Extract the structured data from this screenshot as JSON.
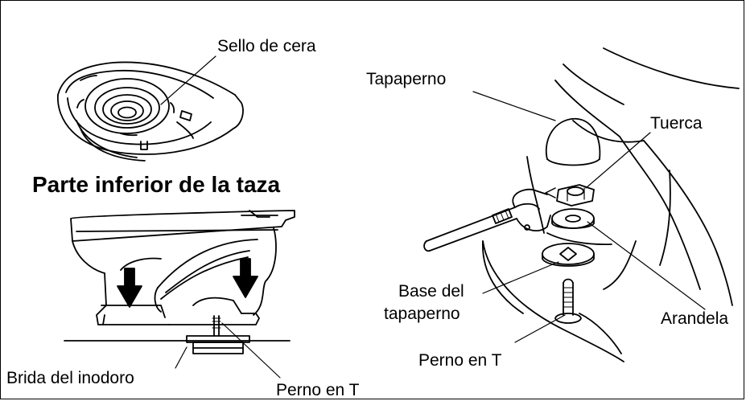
{
  "heading": "Parte inferior de la taza",
  "labels": {
    "wax_seal": "Sello de cera",
    "bolt_cap": "Tapaperno",
    "nut": "Tuerca",
    "cap_base": "Base del tapaperno",
    "cap_base_line1": "Base del",
    "cap_base_line2": "tapaperno",
    "washer": "Arandela",
    "t_bolt_right": "Perno en T",
    "toilet_flange": "Brida del inodoro",
    "t_bolt_bottom": "Perno en T"
  },
  "colors": {
    "ink": "#000000",
    "paper": "#ffffff"
  }
}
